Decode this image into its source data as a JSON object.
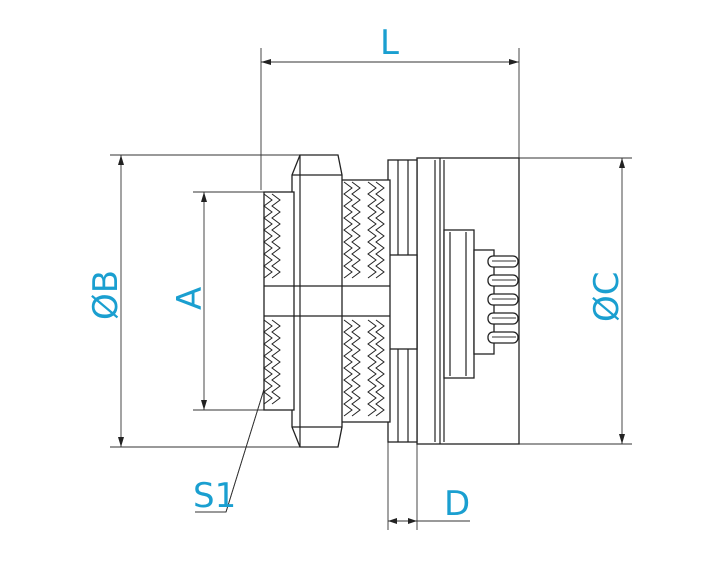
{
  "labels": {
    "length": "L",
    "outer_diameter_b": "ØB",
    "thread_a": "A",
    "outer_diameter_c": "ØC",
    "depth": "D",
    "section": "S1"
  },
  "colors": {
    "dimension_text": "#1a9fd0",
    "line": "#222222"
  }
}
